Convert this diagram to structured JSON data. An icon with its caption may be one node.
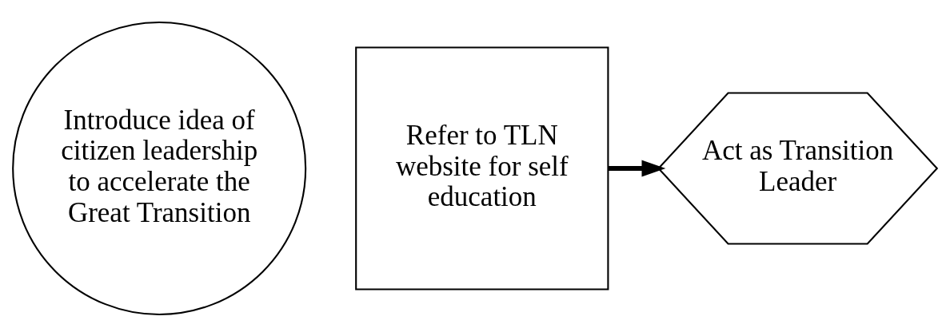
{
  "diagram": {
    "nodes": [
      {
        "text": [
          "Introduce idea of citizen leadership to accelerate the Great Transition"
        ]
      },
      {
        "text": [
          "Refer to TLN website for self education"
        ]
      },
      {
        "text": [
          "Act as Transition Leader"
        ]
      }
    ],
    "edges": [
      {
        "from": 1,
        "to": 2,
        "arrow": "to"
      }
    ]
  }
}
